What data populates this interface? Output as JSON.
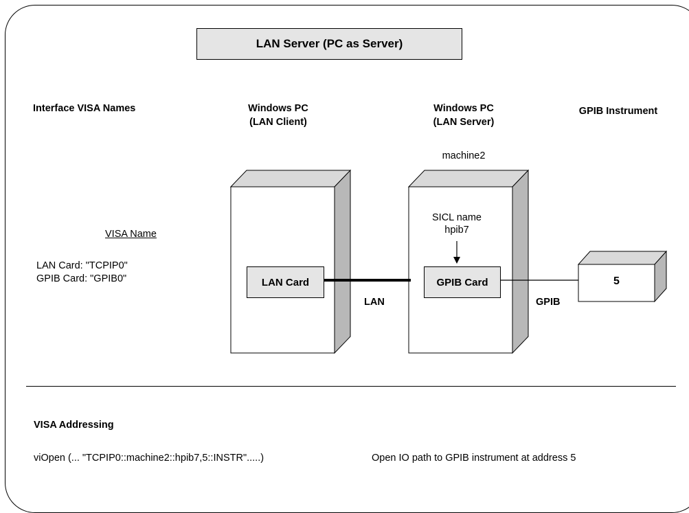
{
  "title": "LAN Server (PC as Server)",
  "columns": {
    "interface_names": "Interface VISA Names",
    "client": [
      "Windows PC",
      "(LAN Client)"
    ],
    "server": [
      "Windows PC",
      "(LAN Server)"
    ],
    "instrument": "GPIB Instrument"
  },
  "server_hostname": "machine2",
  "visa_names": {
    "heading": "VISA Name",
    "lan_card": "LAN Card:  \"TCPIP0\"",
    "gpib_card": "GPIB Card:  \"GPIB0\""
  },
  "client_card": "LAN Card",
  "server_card": "GPIB Card",
  "sicl": [
    "SICL name",
    "hpib7"
  ],
  "links": {
    "lan": "LAN",
    "gpib": "GPIB"
  },
  "instrument_address": "5",
  "addressing": {
    "heading": "VISA Addressing",
    "call": "viOpen (... \"TCPIP0::machine2::hpib7,5::INSTR\".....)",
    "description": "Open IO path to GPIB instrument at address 5"
  },
  "colors": {
    "box_fill": "#e5e5e5",
    "side_shade": "#b8b8b8",
    "top_shade": "#d9d9d9"
  }
}
